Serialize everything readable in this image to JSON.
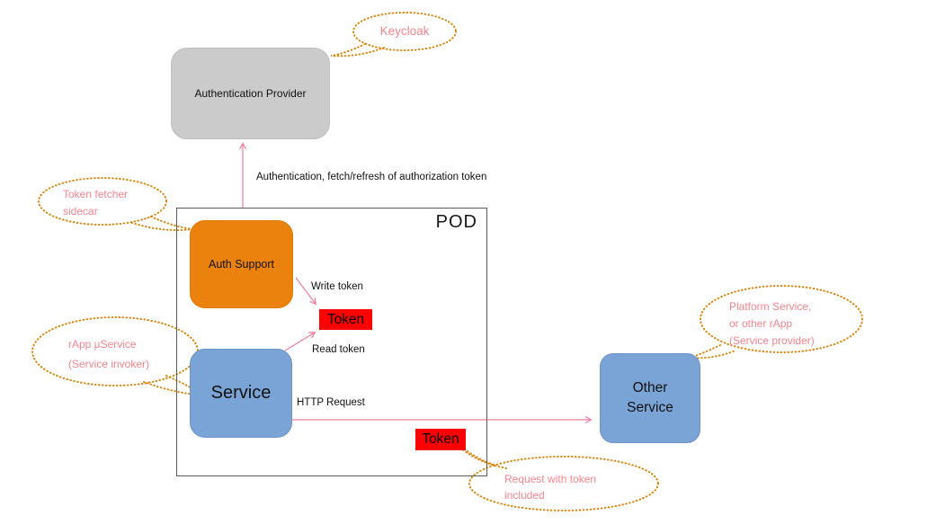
{
  "colors": {
    "box_gray": "#cbcbcb",
    "box_gray_border": "#bfbfbf",
    "box_orange": "#ea820d",
    "box_blue": "#7ba4d6",
    "box_blue_border": "#6b94c6",
    "box_red": "#fb0303",
    "pod_border": "#5a5a5a",
    "arrow_pink": "#f07e9b",
    "callout_outline": "#d9860f",
    "callout_text": "#f5848e",
    "diagram_text": "#111111"
  },
  "boxes": {
    "authentication_provider": "Authentication Provider",
    "auth_support": "Auth Support",
    "service": "Service",
    "other_service": "Other Service",
    "token_pod": "Token",
    "token_request": "Token",
    "pod": "POD"
  },
  "arrow_labels": {
    "auth_fetch": "Authentication, fetch/refresh of authorization token",
    "write_token": "Write token",
    "read_token": "Read token",
    "http_request": "HTTP Request"
  },
  "callouts": {
    "keycloak": {
      "line1": "Keycloak"
    },
    "token_fetcher": {
      "line1": "Token fetcher",
      "line2": "sidecar"
    },
    "rapp_uservice": {
      "line1": "rApp µService",
      "line2": "(Service invoker)"
    },
    "platform_service": {
      "line1": "Platform Service,",
      "line2": "or other rApp",
      "line3": "(Service provider)"
    },
    "request_with_token": {
      "line1": "Request with token",
      "line2": "included"
    }
  }
}
